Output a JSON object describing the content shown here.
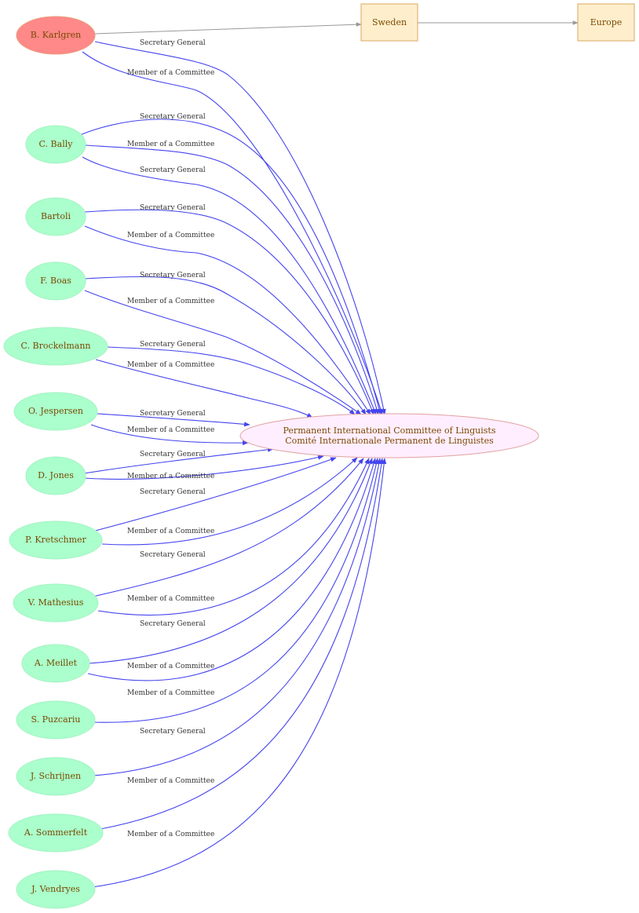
{
  "colors": {
    "person_fill": "#aaffcc",
    "person_stroke": "#a6f2c4",
    "highlight_fill": "#ff8888",
    "highlight_stroke": "#e8a080",
    "country_fill": "#ffeecc",
    "country_stroke": "#d9a860",
    "committee_fill": "#ffeeff",
    "committee_stroke": "#e0a0a0",
    "edge_blue": "#4444ee",
    "edge_grey": "#999999",
    "node_text": "#7a4a00"
  },
  "nodes": {
    "karlgren": "B. Karlgren",
    "bally": "C. Bally",
    "bartoli": "Bartoli",
    "boas": "F. Boas",
    "brockelmann": "C. Brockelmann",
    "jespersen": "O. Jespersen",
    "jones": "D. Jones",
    "kretschmer": "P. Kretschmer",
    "mathesius": "V. Mathesius",
    "meillet": "A. Meillet",
    "puzcariu": "S. Puzcariu",
    "schrijnen": "J. Schrijnen",
    "sommerfelt": "A. Sommerfelt",
    "vendryes": "J. Vendryes",
    "sweden": "Sweden",
    "europe": "Europe",
    "committee_line1": "Permanent International Committee of Linguists",
    "committee_line2": "Comité Internationale Permanent de Linguistes"
  },
  "labels": {
    "secretary_general": "Secretary General",
    "member": "Member of a Committee"
  }
}
